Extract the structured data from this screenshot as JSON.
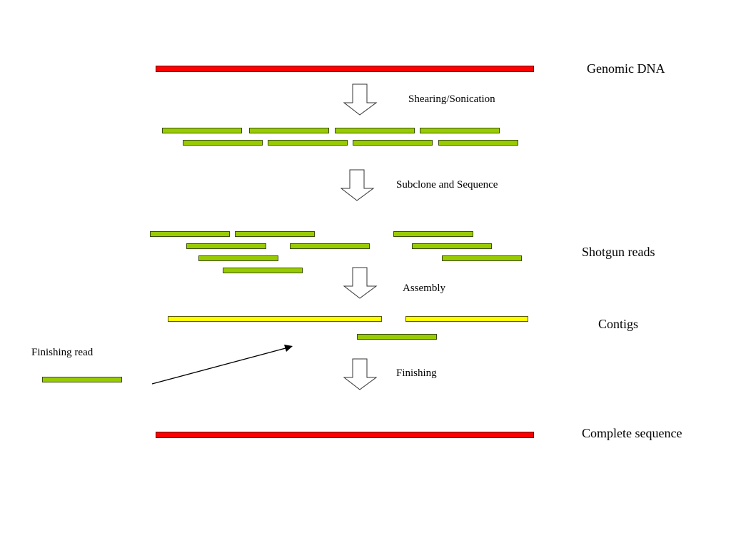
{
  "labels": {
    "genomic_dna": "Genomic DNA",
    "shearing": "Shearing/Sonication",
    "subclone": "Subclone and Sequence",
    "shotgun_reads": "Shotgun reads",
    "assembly": "Assembly",
    "contigs": "Contigs",
    "finishing_read": "Finishing read",
    "finishing": "Finishing",
    "complete_sequence": "Complete sequence"
  },
  "colors": {
    "genomic": "#ff0000",
    "read": "#99cc00",
    "contig": "#ffff00"
  },
  "icons": {
    "down_arrow": "hollow-down-arrow-icon",
    "pointer_arrow": "diagonal-arrow-icon"
  }
}
